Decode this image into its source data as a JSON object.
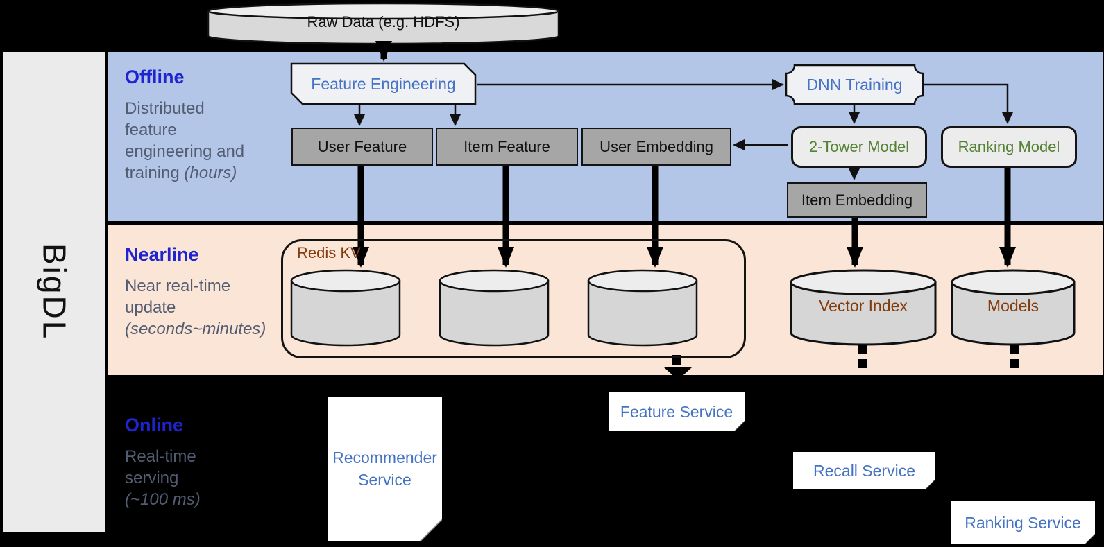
{
  "sidebar": {
    "brand": "BigDL"
  },
  "top": {
    "raw_data": "Raw Data (e.g. HDFS)"
  },
  "sections": {
    "offline": {
      "title": "Offline",
      "desc_lines": [
        "Distributed",
        "feature",
        "engineering and"
      ],
      "desc_tail": "training",
      "desc_italic": "(hours)"
    },
    "nearline": {
      "title": "Nearline",
      "desc_lines": [
        "Near real-time",
        "update"
      ],
      "desc_italic": "(seconds~minutes)"
    },
    "online": {
      "title": "Online",
      "desc_lines": [
        "Real-time",
        "serving"
      ],
      "desc_italic": "(~100 ms)"
    }
  },
  "offline_nodes": {
    "feature_engineering": "Feature Engineering",
    "dnn_training": "DNN Training",
    "user_feature": "User Feature",
    "item_feature": "Item Feature",
    "user_embedding": "User Embedding",
    "two_tower_model": "2-Tower Model",
    "ranking_model": "Ranking Model",
    "item_embedding": "Item Embedding"
  },
  "nearline_nodes": {
    "redis_kv": "Redis KV",
    "vector_index": "Vector Index",
    "models": "Models"
  },
  "online_nodes": {
    "recommender_service": "Recommender Service",
    "feature_service": "Feature Service",
    "recall_service": "Recall Service",
    "ranking_service": "Ranking Service"
  },
  "colors": {
    "offline_panel": "#b3c6e7",
    "nearline_panel": "#fbe5d6",
    "lane_title_blue": "#1e24cf",
    "node_blue_text": "#4472c4",
    "node_green_text": "#548235",
    "node_brown_text": "#843c0c",
    "gray_box_fill": "#a6a6a6",
    "cylinder_fill": "#d6d6d6",
    "service_box_fill": "#ffffff",
    "background": "#000000"
  }
}
